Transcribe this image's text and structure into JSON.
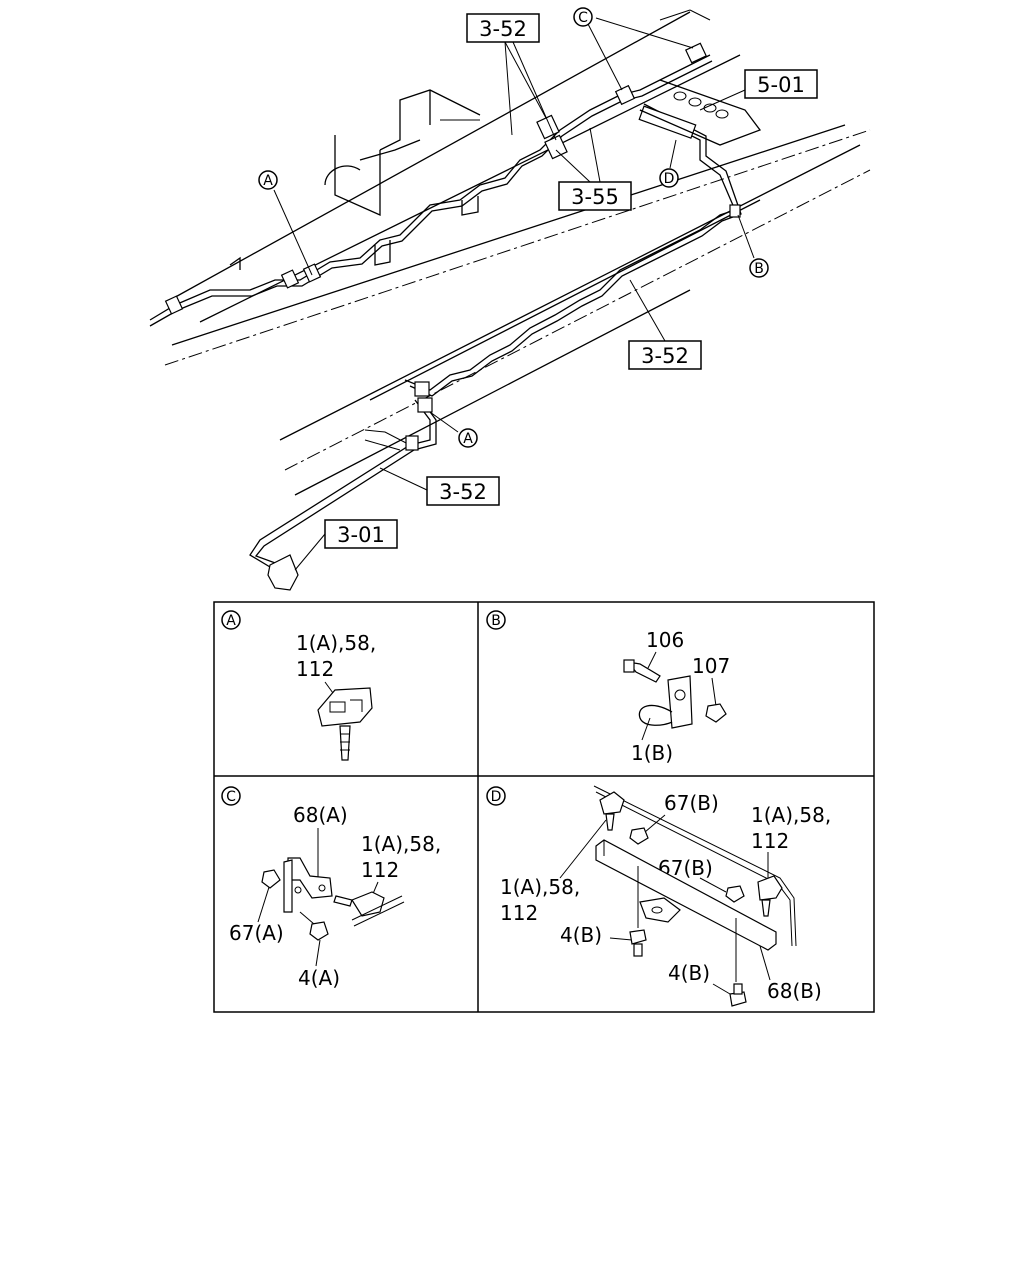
{
  "main": {
    "callouts": {
      "c1": "3-52",
      "c2": "5-01",
      "c3": "3-55",
      "c4": "3-52",
      "c5": "3-52",
      "c6": "3-01"
    },
    "markers": {
      "c_top": "C",
      "d_top": "D",
      "a_upper": "A",
      "b_right": "B",
      "a_lower": "A"
    }
  },
  "detail_a": {
    "badge": "A",
    "label_1": "1(A),58,",
    "label_2": "112"
  },
  "detail_b": {
    "badge": "B",
    "bolt": "106",
    "nut": "107",
    "bracket": "1(B)"
  },
  "detail_c": {
    "badge": "C",
    "bracket": "68(A)",
    "clip_1": "1(A),58,",
    "clip_2": "112",
    "nut": "67(A)",
    "bolt": "4(A)"
  },
  "detail_d": {
    "badge": "D",
    "nut_top": "67(B)",
    "clip_r1": "1(A),58,",
    "clip_r2": "112",
    "nut_mid": "67(B)",
    "clip_l1": "1(A),58,",
    "clip_l2": "112",
    "bolt_left": "4(B)",
    "bolt_bottom": "4(B)",
    "bracket": "68(B)"
  }
}
